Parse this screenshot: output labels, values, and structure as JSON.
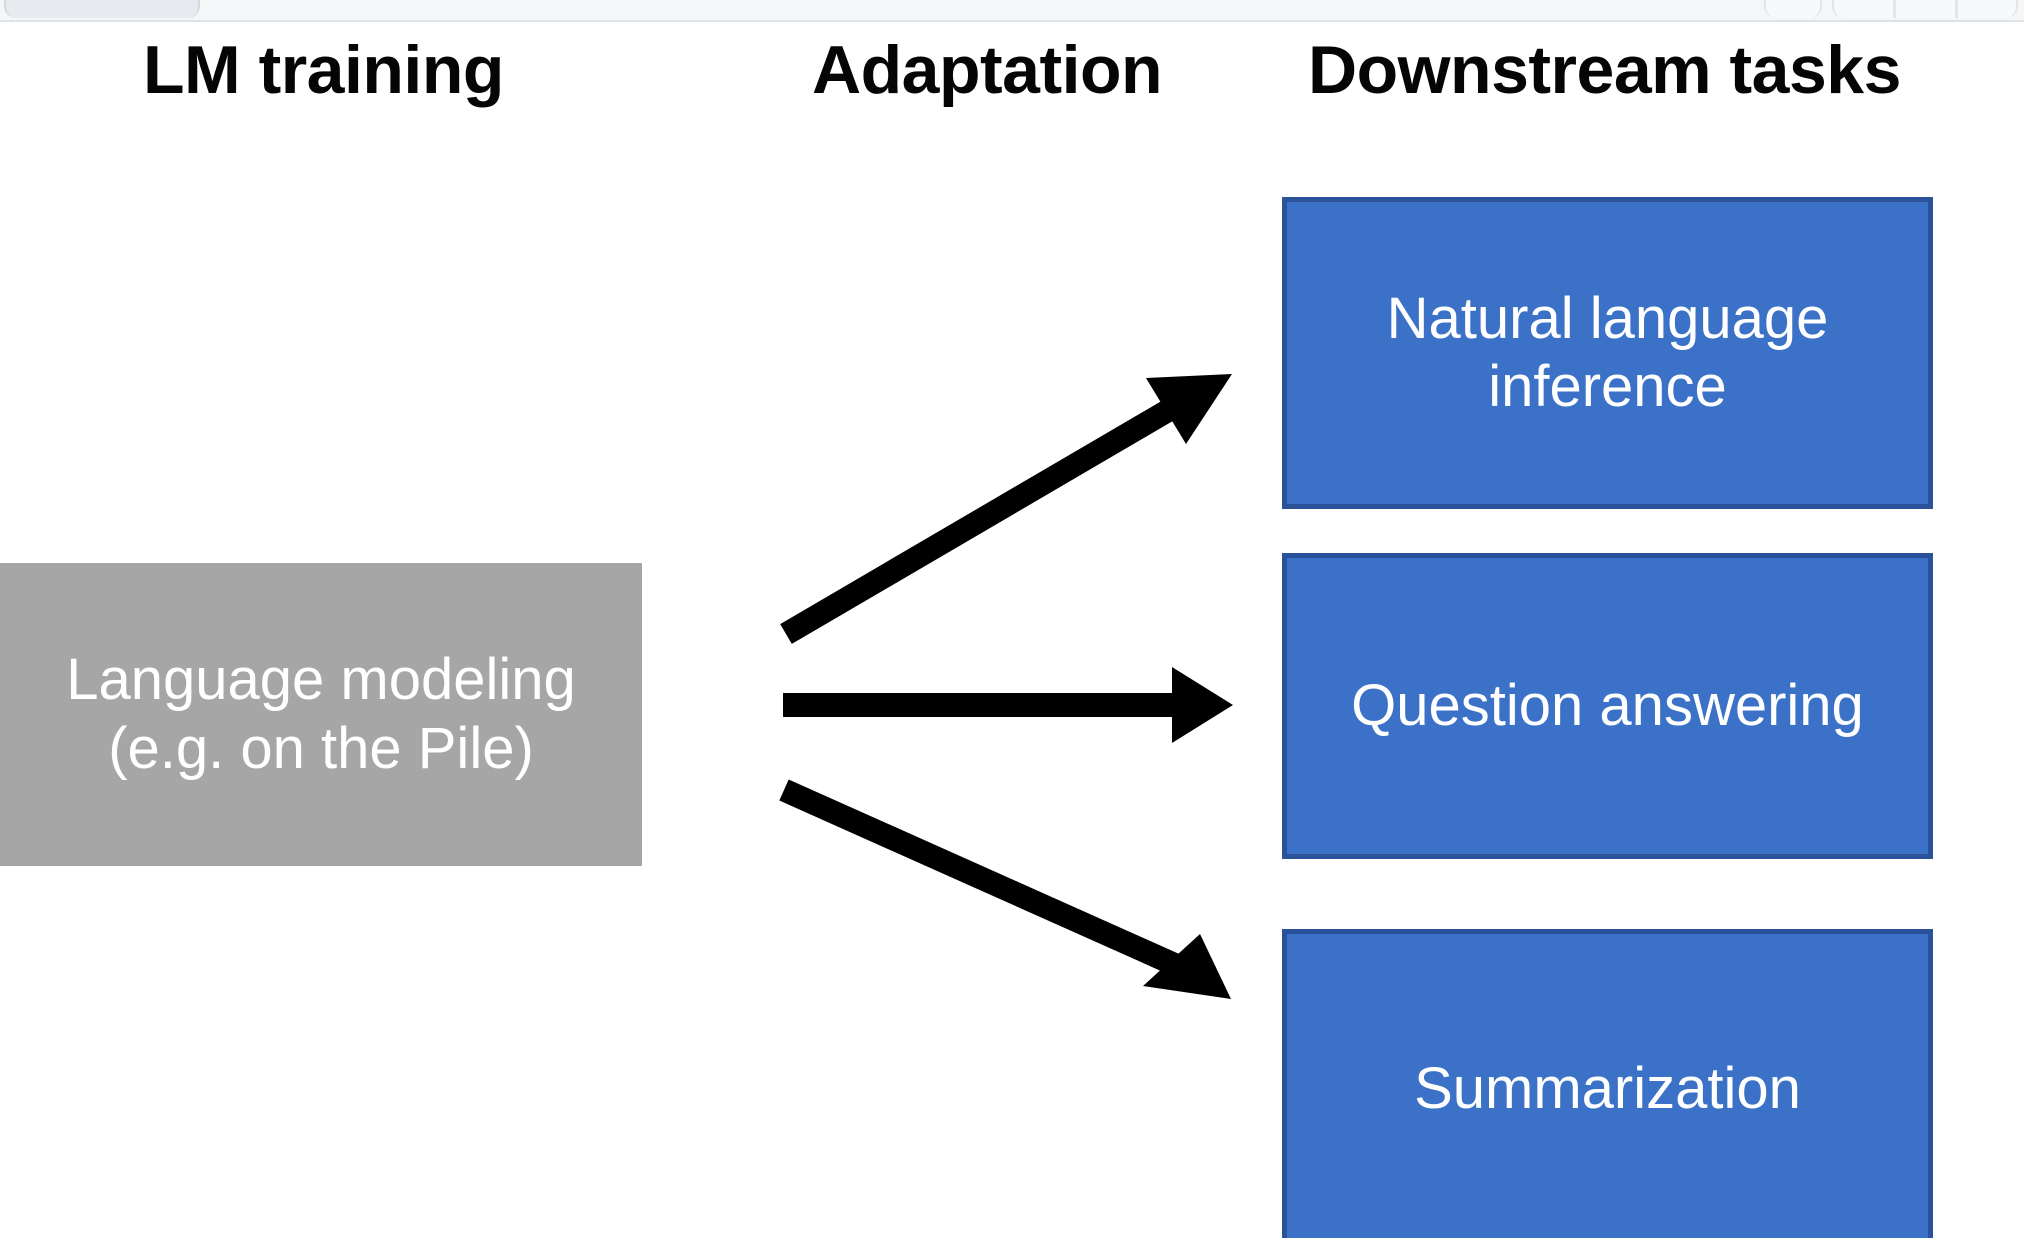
{
  "window": {
    "chrome_present": true,
    "tab_label": "",
    "controls": [
      "minimize-button",
      "maximize-button",
      "close-button"
    ]
  },
  "diagram": {
    "title": "",
    "columns": [
      {
        "id": "lm-training",
        "label": "LM training"
      },
      {
        "id": "adaptation",
        "label": "Adaptation"
      },
      {
        "id": "downstream-tasks",
        "label": "Downstream tasks"
      }
    ],
    "source_node": {
      "id": "language-modeling",
      "label": "Language modeling (e.g. on the Pile)",
      "fill": "#a6a6a6",
      "text_color": "#ffffff"
    },
    "task_nodes": [
      {
        "id": "natural-language-inference",
        "label": "Natural language inference",
        "fill": "#3b72c8",
        "border": "#2a5199",
        "text_color": "#ffffff"
      },
      {
        "id": "question-answering",
        "label": "Question answering",
        "fill": "#3b72c8",
        "border": "#2a5199",
        "text_color": "#ffffff"
      },
      {
        "id": "summarization",
        "label": "Summarization",
        "fill": "#3b72c8",
        "border": "#2a5199",
        "text_color": "#ffffff"
      }
    ],
    "connectors": [
      {
        "id": "arrow-to-nli",
        "from": "language-modeling",
        "to": "natural-language-inference",
        "direction": "up-right",
        "color": "#000000"
      },
      {
        "id": "arrow-to-qa",
        "from": "language-modeling",
        "to": "question-answering",
        "direction": "right",
        "color": "#000000"
      },
      {
        "id": "arrow-to-summ",
        "from": "language-modeling",
        "to": "summarization",
        "direction": "down-right",
        "color": "#000000"
      }
    ]
  }
}
